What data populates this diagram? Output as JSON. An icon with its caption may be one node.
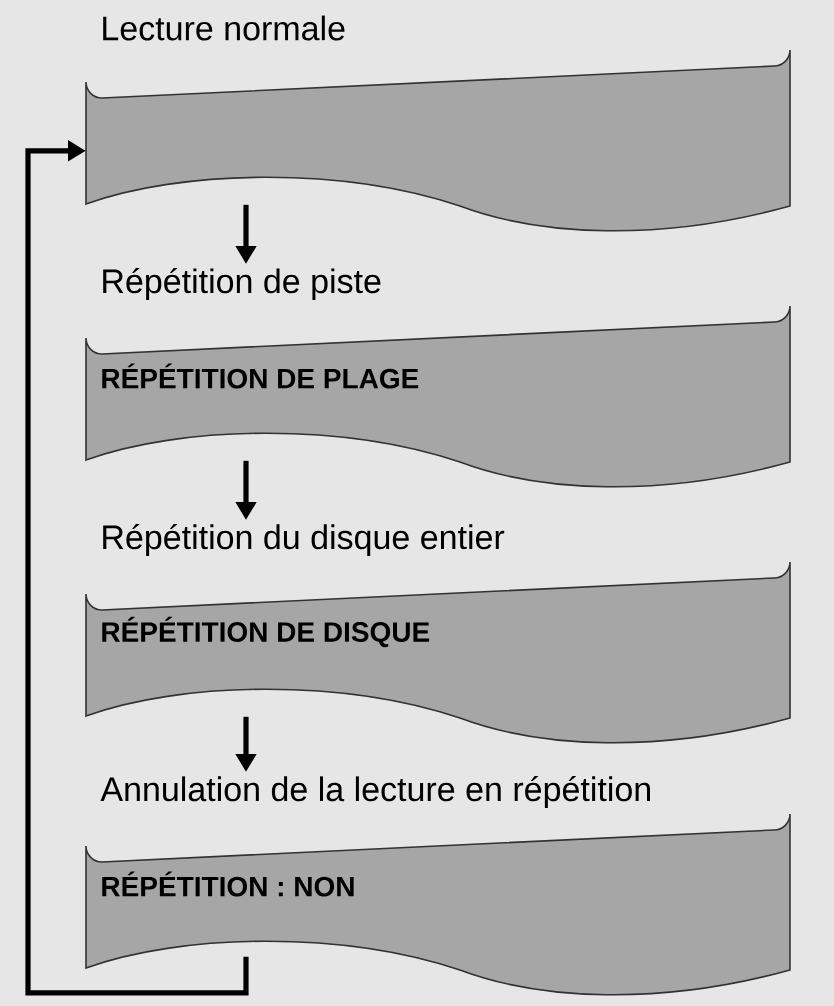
{
  "diagram": {
    "nodes": [
      {
        "text": [
          "Lecture normale"
        ]
      },
      {
        "text": [
          "Répétition de piste",
          "RÉPÉTITION DE PLAGE"
        ]
      },
      {
        "text": [
          "Répétition du disque entier",
          "RÉPÉTITION DE DISQUE"
        ]
      },
      {
        "text": [
          "Annulation de la lecture en répétition",
          "RÉPÉTITION : NON"
        ]
      }
    ],
    "edges": [
      {
        "from": 0,
        "to": 1,
        "arrow": "to"
      },
      {
        "from": 1,
        "to": 2,
        "arrow": "to"
      },
      {
        "from": 2,
        "to": 3,
        "arrow": "to"
      },
      {
        "from": 3,
        "to": 0,
        "arrow": "to"
      }
    ]
  }
}
